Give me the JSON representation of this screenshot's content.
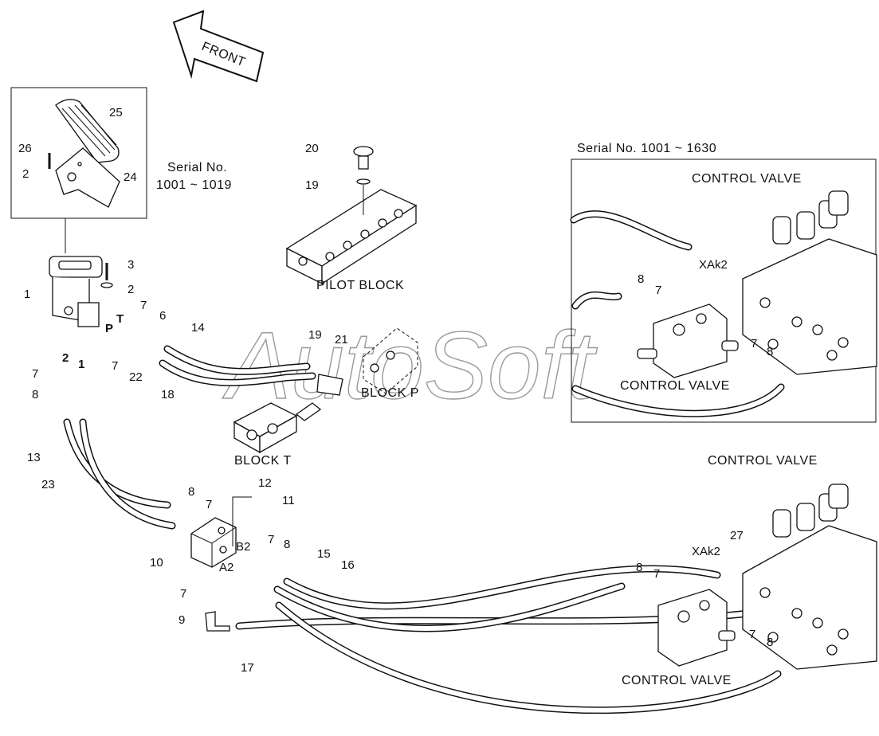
{
  "watermark": "AutoSoft",
  "direction_label": "FRONT",
  "serial_notes": {
    "pedal": {
      "line1": "Serial No.",
      "line2": "1001 ~ 1019"
    },
    "valve": "Serial No. 1001 ~ 1630"
  },
  "block_labels": {
    "pilot_block": "PILOT BLOCK",
    "block_p": "BLOCK P",
    "block_t": "BLOCK T",
    "control_valve": "CONTROL VALVE"
  },
  "port_labels": {
    "P": "P",
    "T": "T",
    "port_2": "2",
    "port_1": "1",
    "A2": "A2",
    "B2": "B2",
    "XAk2": "XAk2"
  },
  "callouts": {
    "n1": "1",
    "n2": "2",
    "n3": "3",
    "n6": "6",
    "n7": "7",
    "n8": "8",
    "n9": "9",
    "n10": "10",
    "n11": "11",
    "n12": "12",
    "n13": "13",
    "n14": "14",
    "n15": "15",
    "n16": "16",
    "n17": "17",
    "n18": "18",
    "n19": "19",
    "n20": "20",
    "n21": "21",
    "n22": "22",
    "n23": "23",
    "n24": "24",
    "n25": "25",
    "n26": "26",
    "n27": "27"
  }
}
